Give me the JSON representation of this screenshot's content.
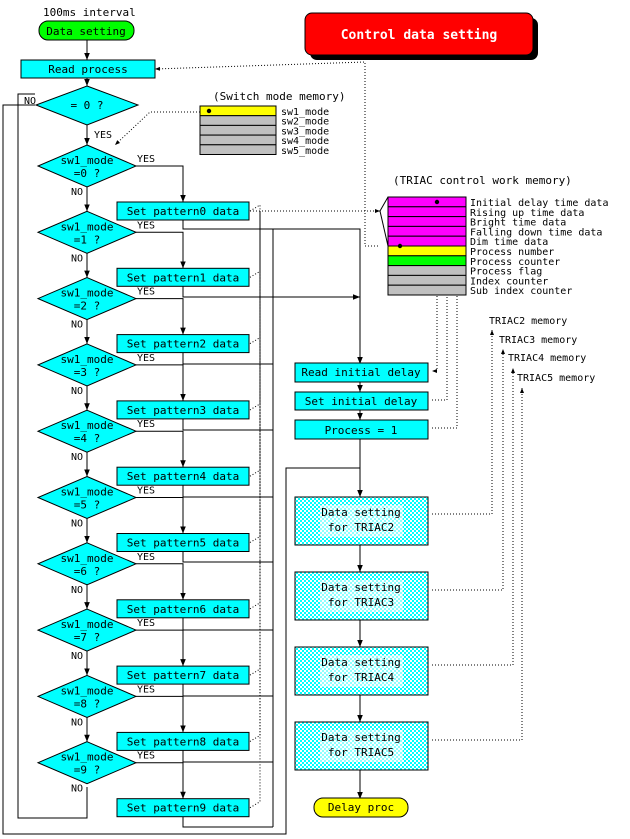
{
  "title": "Control data setting",
  "start": {
    "caption": "100ms interval",
    "label": "Data setting"
  },
  "read_process": "Read process",
  "zero_check": {
    "text": "= 0 ?",
    "yes": "YES",
    "no": "NO"
  },
  "yes_label": "YES",
  "no_label": "NO",
  "decisions": [
    {
      "line1": "sw1_mode",
      "line2": "=0 ?"
    },
    {
      "line1": "sw1_mode",
      "line2": "=1 ?"
    },
    {
      "line1": "sw1_mode",
      "line2": "=2 ?"
    },
    {
      "line1": "sw1_mode",
      "line2": "=3 ?"
    },
    {
      "line1": "sw1_mode",
      "line2": "=4 ?"
    },
    {
      "line1": "sw1_mode",
      "line2": "=5 ?"
    },
    {
      "line1": "sw1_mode",
      "line2": "=6 ?"
    },
    {
      "line1": "sw1_mode",
      "line2": "=7 ?"
    },
    {
      "line1": "sw1_mode",
      "line2": "=8 ?"
    },
    {
      "line1": "sw1_mode",
      "line2": "=9 ?"
    }
  ],
  "patterns": [
    "Set pattern0 data",
    "Set pattern1 data",
    "Set pattern2 data",
    "Set pattern3 data",
    "Set pattern4 data",
    "Set pattern5 data",
    "Set pattern6 data",
    "Set pattern7 data",
    "Set pattern8 data",
    "Set pattern9 data"
  ],
  "switch_memory": {
    "title": "(Switch mode memory)",
    "rows": [
      "sw1_mode",
      "sw2_mode",
      "sw3_mode",
      "sw4_mode",
      "sw5_mode"
    ]
  },
  "triac_memory": {
    "title": "(TRIAC control work memory)",
    "rows": [
      "Initial delay time data",
      "Rising up time data",
      "Bright time data",
      "Falling down time data",
      "Dim time data",
      "Process number",
      "Process counter",
      "Process flag",
      "Index counter",
      "Sub index counter"
    ]
  },
  "right_boxes": [
    "Read initial delay",
    "Set initial delay",
    "Process = 1"
  ],
  "triac_boxes": [
    {
      "line1": "Data setting",
      "line2": "for TRIAC2"
    },
    {
      "line1": "Data setting",
      "line2": "for TRIAC3"
    },
    {
      "line1": "Data setting",
      "line2": "for TRIAC4"
    },
    {
      "line1": "Data setting",
      "line2": "for TRIAC5"
    }
  ],
  "memory_labels": [
    "TRIAC2 memory",
    "TRIAC3 memory",
    "TRIAC4 memory",
    "TRIAC5 memory"
  ],
  "end_label": "Delay proc",
  "colors": {
    "process": "#00ffff",
    "terminal": "#ffff00",
    "start": "#00ff00",
    "title_bg": "#ff0000",
    "memory_magenta": "#ff00ff",
    "memory_yellow": "#ffff00",
    "memory_green": "#00ff00",
    "memory_gray": "#c0c0c0"
  }
}
